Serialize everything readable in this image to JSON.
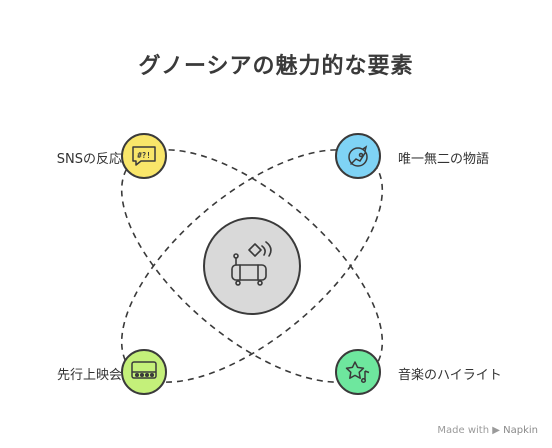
{
  "title": "グノーシアの魅力的な要素",
  "center": {
    "icon": "satellite-dish-rover-icon",
    "color": "#d9d9d9"
  },
  "nodes": [
    {
      "id": "sns",
      "label": "SNSの反応",
      "icon": "speech-bubble-hashtag-icon",
      "color": "#f9e66a"
    },
    {
      "id": "unique",
      "label": "唯一無二の物語",
      "icon": "planet-rocket-icon",
      "color": "#7fd3f5"
    },
    {
      "id": "preview",
      "label": "先行上映会",
      "icon": "projector-screen-icon",
      "color": "#c4f07a"
    },
    {
      "id": "music",
      "label": "音楽のハイライト",
      "icon": "star-music-note-icon",
      "color": "#6ee79e"
    }
  ],
  "watermark": {
    "prefix": "Made with",
    "brand": "Napkin"
  }
}
